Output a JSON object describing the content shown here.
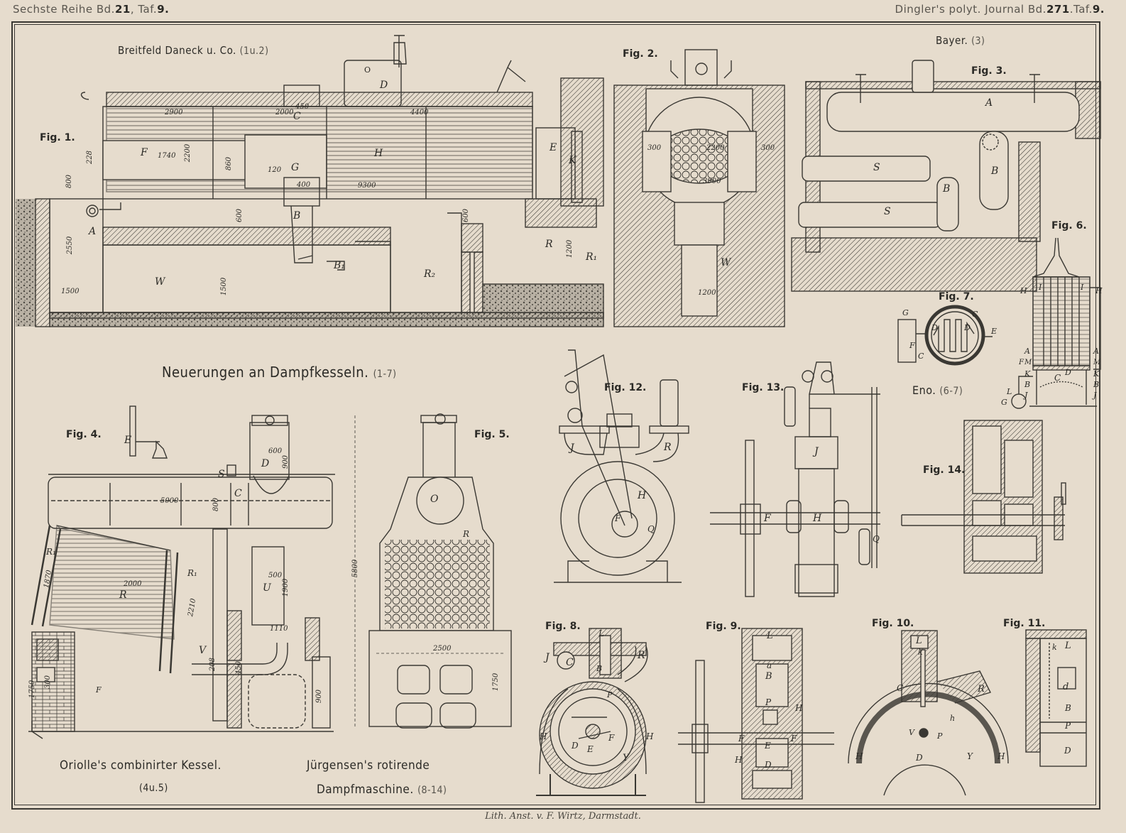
{
  "header": {
    "left": {
      "prefix": "Sechste Reihe Bd.",
      "volume": "21",
      "mid": ", Taf.",
      "plate": "9."
    },
    "right": {
      "prefix": "Dingler's polyt. Journal Bd.",
      "volume": "271",
      "mid": ".Taf.",
      "plate": "9."
    }
  },
  "titles": {
    "breitfeld": {
      "name": "Breitfeld Daneck u. Co.",
      "figs": "(1u.2)"
    },
    "bayer": {
      "name": "Bayer.",
      "figs": "(3)"
    },
    "neuerungen": {
      "name": "Neuerungen an Dampfkesseln.",
      "figs": "(1-7)"
    },
    "eno": {
      "name": "Eno.",
      "figs": "(6-7)"
    },
    "oriolle": {
      "name": "Oriolle's combinirter Kessel.",
      "figs": "(4u.5)"
    },
    "juergensen": {
      "line1": "Jürgensen's rotirende",
      "line2": "Dampfmaschine.",
      "figs": "(8-14)"
    }
  },
  "figures": {
    "fig1": "Fig. 1.",
    "fig2": "Fig. 2.",
    "fig3": "Fig. 3.",
    "fig4": "Fig. 4.",
    "fig5": "Fig. 5.",
    "fig6": "Fig. 6.",
    "fig7": "Fig. 7.",
    "fig8": "Fig. 8.",
    "fig9": "Fig. 9.",
    "fig10": "Fig. 10.",
    "fig11": "Fig. 11.",
    "fig12": "Fig. 12.",
    "fig13": "Fig. 13.",
    "fig14": "Fig. 14."
  },
  "labels": {
    "fig1": {
      "D": "D",
      "C": "C",
      "F": "F",
      "G": "G",
      "H": "H",
      "E": "E",
      "K": "K",
      "A": "A",
      "B": "B",
      "B1": "B₁",
      "W": "W",
      "R": "R",
      "R1": "R₁",
      "R2": "R₂",
      "O": "O"
    },
    "fig2": {
      "W": "W"
    },
    "fig3": {
      "A": "A",
      "S1": "S",
      "S2": "S",
      "B1": "B",
      "B2": "B"
    },
    "fig4": {
      "E": "E",
      "S": "S",
      "C": "C",
      "D": "D",
      "R": "R",
      "R1": "R₁",
      "R2": "R₁",
      "U": "U",
      "V": "V",
      "F": "F"
    },
    "fig5": {
      "O": "O",
      "R": "R"
    },
    "fig6": {
      "H1": "H",
      "I1": "I",
      "I2": "I",
      "H2": "H",
      "A1": "A",
      "A2": "A",
      "F": "F",
      "M1": "M",
      "M2": "M",
      "K1": "K",
      "K2": "K",
      "C": "C",
      "D": "D",
      "B1": "B",
      "B2": "B",
      "L": "L",
      "J1": "J",
      "J2": "J",
      "G": "G"
    },
    "fig7": {
      "G": "G",
      "C1": "C",
      "C2": "C",
      "D1": "D",
      "D2": "D",
      "E": "E",
      "F": "F"
    },
    "fig8": {
      "J": "J",
      "C": "C",
      "L": "L",
      "R": "R",
      "B": "B",
      "H1": "H",
      "H2": "H",
      "D": "D",
      "E": "E",
      "F": "F",
      "Y": "Y",
      "P": "P"
    },
    "fig9": {
      "L": "L",
      "a": "a",
      "B": "B",
      "P": "P",
      "H1": "H",
      "H2": "H",
      "F1": "F",
      "F2": "F",
      "E": "E",
      "D": "D"
    },
    "fig10": {
      "L": "L",
      "k": "k",
      "C": "C",
      "R": "R",
      "h": "h",
      "V": "V",
      "P": "P",
      "H1": "H",
      "H2": "H",
      "D": "D",
      "Y": "Y"
    },
    "fig11": {
      "k": "k",
      "L": "L",
      "d": "d",
      "B": "B",
      "P": "P",
      "D": "D"
    },
    "fig12": {
      "J": "J",
      "R": "R",
      "H": "H",
      "F": "F",
      "Q": "Q"
    },
    "fig13": {
      "J": "J",
      "H": "H",
      "F": "F",
      "Q": "Q"
    }
  },
  "dimensions": {
    "fig1": [
      "2900",
      "2000",
      "450",
      "4400",
      "1740",
      "2200",
      "860",
      "228",
      "800",
      "120",
      "400",
      "9300",
      "600",
      "600",
      "2550",
      "1500",
      "1500",
      "1200"
    ],
    "fig2": [
      "300",
      "2200",
      "300",
      "3900",
      "1200"
    ],
    "fig4": [
      "600",
      "900",
      "5000",
      "800",
      "2000",
      "1870",
      "2210",
      "500",
      "1900",
      "1110",
      "208",
      "450",
      "1750",
      "300",
      "900"
    ],
    "fig5": [
      "5800",
      "2500",
      "1750"
    ]
  },
  "imprint": "Lith. Anst. v. F. Wirtz, Darmstadt."
}
